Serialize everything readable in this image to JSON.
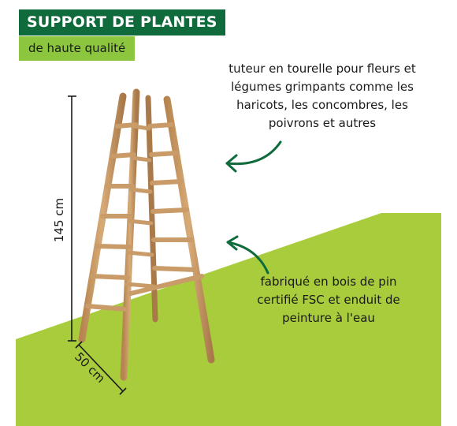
{
  "header": {
    "title": "SUPPORT DE PLANTES",
    "subtitle": "de haute qualité"
  },
  "callouts": {
    "top": "tuteur en tourelle pour fleurs et\nlégumes grimpants comme les\nharicots, les concombres, les\npoivrons et autres",
    "bottom": "fabriqué en bois de pin\ncertifié FSC et enduit de\npeinture à l'eau"
  },
  "dimensions": {
    "height": "145 cm",
    "width": "50 cm"
  },
  "colors": {
    "brand_green": "#0f6b3c",
    "accent_lime": "#8cc63f",
    "background_lime": "#a8cc3c",
    "wood": "#c89b68"
  },
  "icons": [
    "curved-arrow-icon",
    "curved-arrow-icon"
  ]
}
